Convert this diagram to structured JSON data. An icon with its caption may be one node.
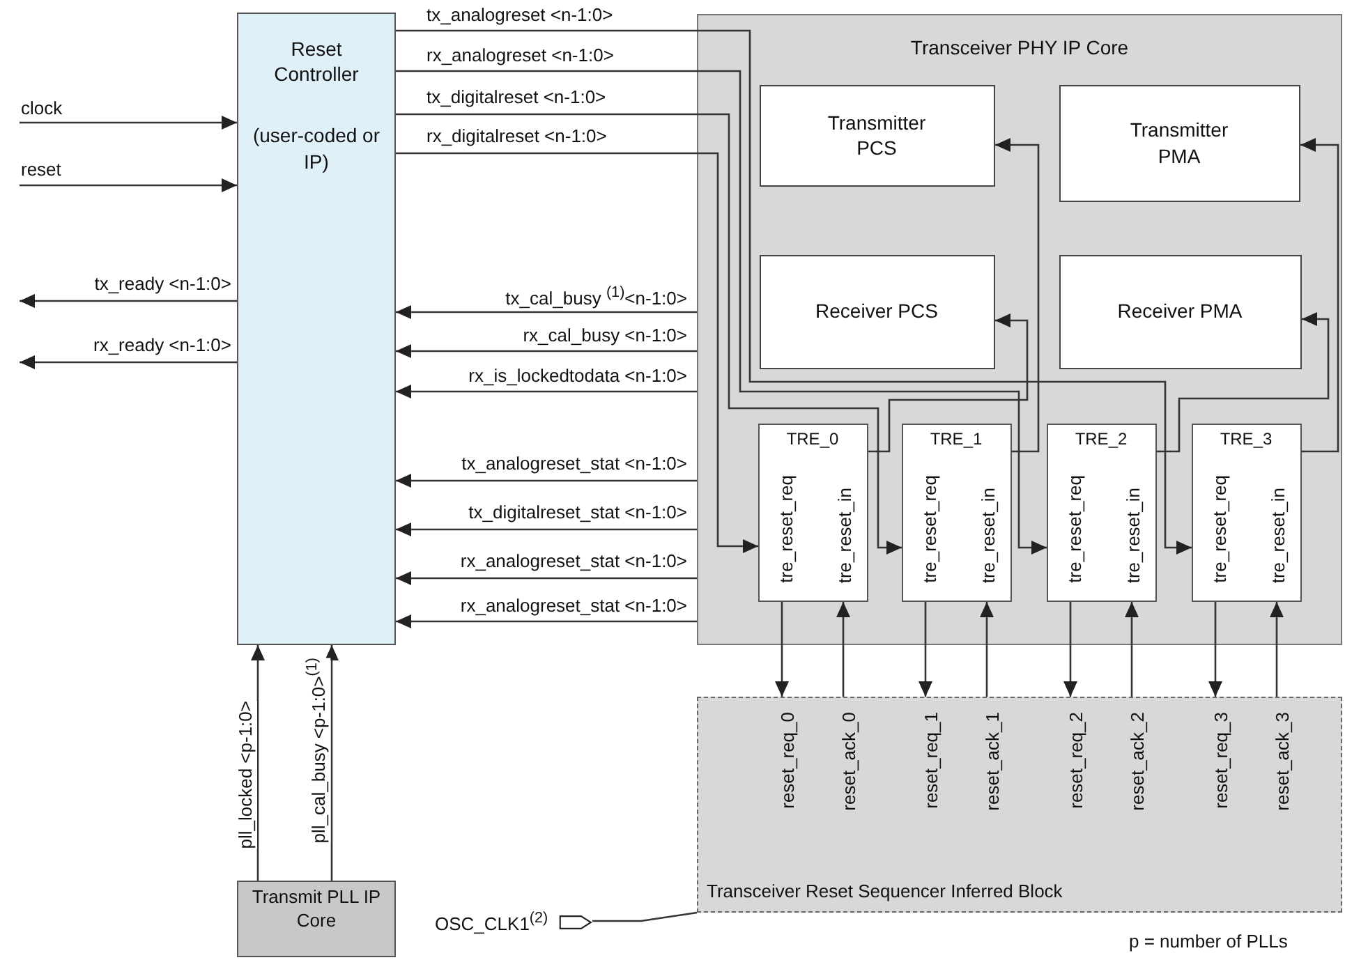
{
  "diagram": {
    "nodes": [
      {
        "text": [
          "Reset Controller",
          "(user-coded or IP)"
        ]
      },
      {
        "text": [
          "Transceiver PHY IP Core"
        ]
      },
      {
        "text": [
          "Transmitter PCS"
        ],
        "in": 1
      },
      {
        "text": [
          "Transmitter PMA"
        ],
        "in": 1
      },
      {
        "text": [
          "Receiver PCS"
        ],
        "in": 1
      },
      {
        "text": [
          "Receiver PMA"
        ],
        "in": 1
      },
      {
        "text": [
          "TRE_0",
          "tre_reset_req",
          "tre_reset_in"
        ],
        "in": 1
      },
      {
        "text": [
          "TRE_1",
          "tre_reset_req",
          "tre_reset_in"
        ],
        "in": 1
      },
      {
        "text": [
          "TRE_2",
          "tre_reset_req",
          "tre_reset_in"
        ],
        "in": 1
      },
      {
        "text": [
          "TRE_3",
          "tre_reset_req",
          "tre_reset_in"
        ],
        "in": 1
      },
      {
        "text": [
          "reset_req_0",
          "reset_ack_0",
          "reset_req_1",
          "reset_ack_1",
          "reset_req_2",
          "reset_ack_2",
          "reset_req_3",
          "reset_ack_3",
          "Transceiver Reset Sequencer Inferred Block"
        ]
      },
      {
        "text": [
          "Transmit PLL IP Core"
        ]
      },
      {
        "text": [
          "OSC_CLK1$^{(2)}$"
        ]
      }
    ],
    "edges": [
      {
        "from": null,
        "to": 0,
        "arrow": "to",
        "label": "clock"
      },
      {
        "from": null,
        "to": 0,
        "arrow": "to",
        "label": "reset"
      },
      {
        "from": 0,
        "to": null,
        "arrow": "to",
        "label": "tx_ready <n-1:0>"
      },
      {
        "from": 0,
        "to": null,
        "arrow": "to",
        "label": "rx_ready <n-1:0>"
      },
      {
        "from": 0,
        "to": 9,
        "arrow": "to",
        "label": "tx_analogreset <n-1:0>"
      },
      {
        "from": 0,
        "to": 8,
        "arrow": "to",
        "label": "rx_analogreset <n-1:0>"
      },
      {
        "from": 0,
        "to": 7,
        "arrow": "to",
        "label": "tx_digitalreset <n-1:0>"
      },
      {
        "from": 0,
        "to": 6,
        "arrow": "to",
        "label": "rx_digitalreset <n-1:0>"
      },
      {
        "from": 1,
        "to": 0,
        "arrow": "to",
        "label": "tx_cal_busy $^{(1)}$<n-1:0>"
      },
      {
        "from": 1,
        "to": 0,
        "arrow": "to",
        "label": "rx_cal_busy <n-1:0>"
      },
      {
        "from": 1,
        "to": 0,
        "arrow": "to",
        "label": "rx_is_lockedtodata <n-1:0>"
      },
      {
        "from": 1,
        "to": 0,
        "arrow": "to",
        "label": "tx_analogreset_stat <n-1:0>"
      },
      {
        "from": 1,
        "to": 0,
        "arrow": "to",
        "label": "tx_digitalreset_stat <n-1:0>"
      },
      {
        "from": 1,
        "to": 0,
        "arrow": "to",
        "label": "rx_analogreset_stat <n-1:0>"
      },
      {
        "from": 1,
        "to": 0,
        "arrow": "to",
        "label": "rx_analogreset_stat <n-1:0>"
      },
      {
        "from": 6,
        "to": 4,
        "arrow": "to"
      },
      {
        "from": 7,
        "to": 2,
        "arrow": "to"
      },
      {
        "from": 8,
        "to": 5,
        "arrow": "to"
      },
      {
        "from": 9,
        "to": 3,
        "arrow": "to"
      },
      {
        "from": 6,
        "to": 10,
        "arrow": "to"
      },
      {
        "from": 10,
        "to": 6,
        "arrow": "to"
      },
      {
        "from": 7,
        "to": 10,
        "arrow": "to"
      },
      {
        "from": 10,
        "to": 7,
        "arrow": "to"
      },
      {
        "from": 8,
        "to": 10,
        "arrow": "to"
      },
      {
        "from": 10,
        "to": 8,
        "arrow": "to"
      },
      {
        "from": 9,
        "to": 10,
        "arrow": "to"
      },
      {
        "from": 10,
        "to": 9,
        "arrow": "to"
      },
      {
        "from": 11,
        "to": 0,
        "arrow": "to",
        "label": "pll_locked <p-1:0>"
      },
      {
        "from": 11,
        "to": 0,
        "arrow": "to",
        "label": "pll_cal_busy <p-1:0>$^{(1)}$"
      },
      {
        "from": 12,
        "to": 10,
        "arrow": "none"
      }
    ],
    "labels": [
      "p = number of PLLs"
    ]
  }
}
